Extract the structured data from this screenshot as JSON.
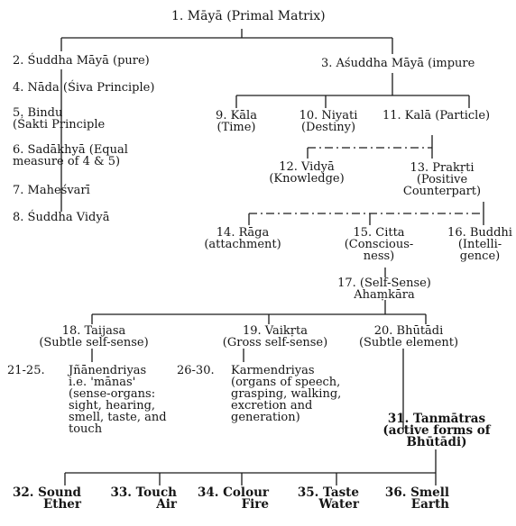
{
  "diagram": {
    "nodes": {
      "maya": "1.  Māyā (Primal Matrix)",
      "suddha_maya": "2. Śuddha Māyā (pure)",
      "asuddha_maya": "3. Aśuddha Māyā (impure",
      "nada": "4. Nāda (Śiva Principle)",
      "bindu": [
        "5. Bindu",
        "(Śakti Principle"
      ],
      "sadakhya": [
        "6. Sadākhyā (Equal",
        "measure of 4 & 5)"
      ],
      "mahesvari": "7. Maheśvarī",
      "suddha_vidya": "8. Śuddha Vidyā",
      "kala_time": [
        "9. Kāla",
        "(Time)"
      ],
      "niyati": [
        "10. Niyati",
        "(Destiny)"
      ],
      "kala_particle": "11. Kalā (Particle)",
      "vidya": [
        "12. Vidyā",
        "(Knowledge)"
      ],
      "prakrti": [
        "13. Prakṛti",
        "(Positive",
        "Counterpart)"
      ],
      "raga": [
        "14. Rāga",
        "(attachment)"
      ],
      "citta": [
        "15. Citta",
        "(Conscious-",
        "ness)"
      ],
      "buddhi": [
        "16. Buddhi",
        "(Intelli-",
        "gence)"
      ],
      "ahamkara": [
        "17. (Self-Sense)",
        "Ahaṃkāra"
      ],
      "taijasa": [
        "18. Taijasa",
        "(Subtle self-sense)"
      ],
      "vaikrta": [
        "19. Vaikṛta",
        "(Gross self-sense)"
      ],
      "bhutadi": [
        "20. Bhūtādi",
        "(Subtle element)"
      ],
      "jnanendriyas_num": "21-25.",
      "jnanendriyas": [
        "Jñānendriyas",
        "i.e. 'mānas'",
        "(sense-organs:",
        "sight, hearing,",
        "smell, taste, and",
        "touch"
      ],
      "karmendriyas_num": "26-30.",
      "karmendriyas": [
        "Karmendriyas",
        "(organs of speech,",
        "grasping, walking,",
        "excretion and",
        "generation)"
      ],
      "tanmatras": [
        "31. Tanmātras",
        "(active forms of",
        "Bhūtādi)"
      ],
      "sound": [
        "32. Sound",
        "Ether"
      ],
      "touch": [
        "33. Touch",
        "Air"
      ],
      "colour": [
        "34. Colour",
        "Fire"
      ],
      "taste": [
        "35. Taste",
        "Water"
      ],
      "smell": [
        "36. Smell",
        "Earth"
      ]
    }
  }
}
